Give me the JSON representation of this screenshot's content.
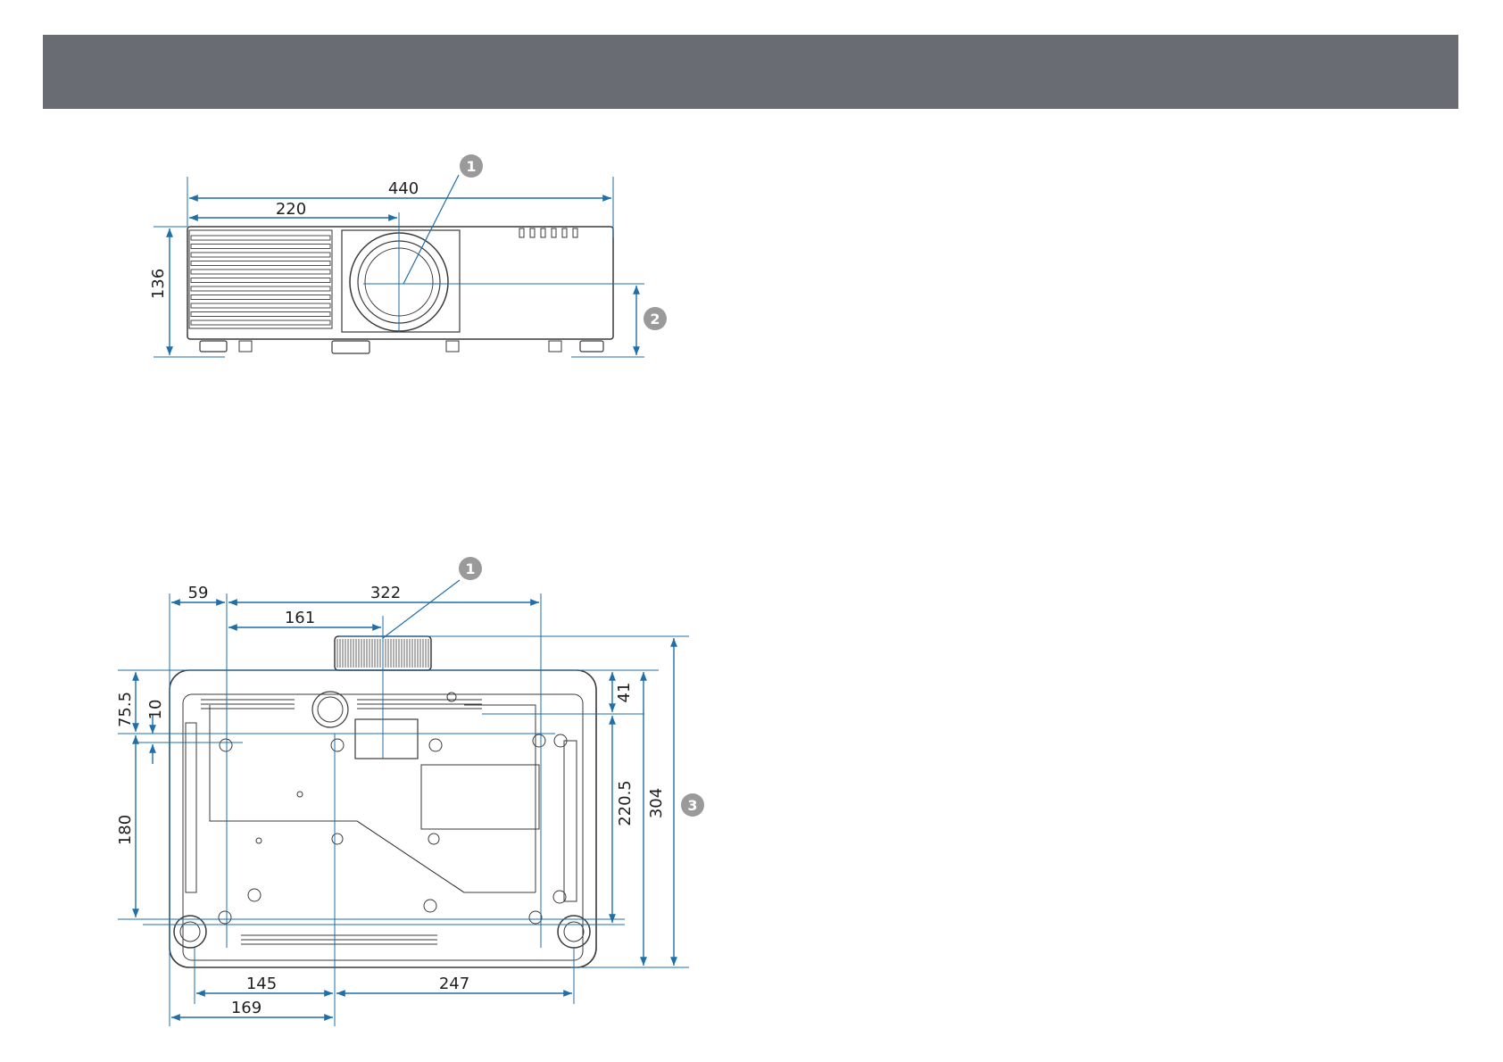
{
  "colors": {
    "header_bar": "#6a6c74",
    "dimension_line": "#1f6fa8",
    "outline": "#3a3a3a",
    "callout_bg": "#9a9a9a"
  },
  "front_view": {
    "dimensions": {
      "width_total": "440",
      "width_half": "220",
      "height": "136"
    },
    "callouts": [
      "1",
      "2"
    ]
  },
  "bottom_view": {
    "dimensions": {
      "d59": "59",
      "d322": "322",
      "d161": "161",
      "d75_5": "75.5",
      "d10": "10",
      "d180": "180",
      "d41": "41",
      "d220_5": "220.5",
      "d304": "304",
      "d145": "145",
      "d247": "247",
      "d169": "169"
    },
    "callouts": [
      "1",
      "3"
    ]
  }
}
